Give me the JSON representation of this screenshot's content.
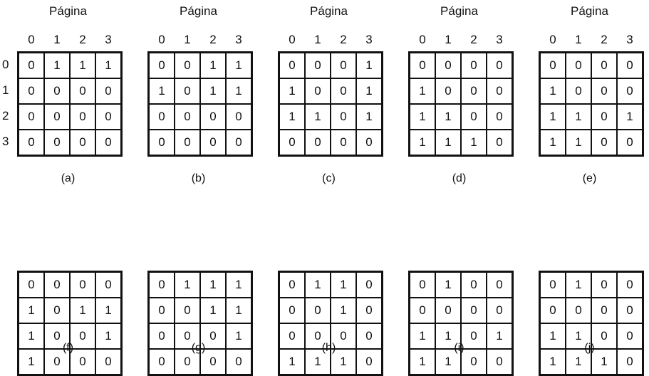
{
  "panels": [
    {
      "title": "Página",
      "col_labels": [
        "0",
        "1",
        "2",
        "3"
      ],
      "row_labels": [
        "0",
        "1",
        "2",
        "3"
      ],
      "matrix": [
        [
          "0",
          "1",
          "1",
          "1"
        ],
        [
          "0",
          "0",
          "0",
          "0"
        ],
        [
          "0",
          "0",
          "0",
          "0"
        ],
        [
          "0",
          "0",
          "0",
          "0"
        ]
      ],
      "caption": "(a)"
    },
    {
      "title": "Página",
      "col_labels": [
        "0",
        "1",
        "2",
        "3"
      ],
      "matrix": [
        [
          "0",
          "0",
          "1",
          "1"
        ],
        [
          "1",
          "0",
          "1",
          "1"
        ],
        [
          "0",
          "0",
          "0",
          "0"
        ],
        [
          "0",
          "0",
          "0",
          "0"
        ]
      ],
      "caption": "(b)"
    },
    {
      "title": "Página",
      "col_labels": [
        "0",
        "1",
        "2",
        "3"
      ],
      "matrix": [
        [
          "0",
          "0",
          "0",
          "1"
        ],
        [
          "1",
          "0",
          "0",
          "1"
        ],
        [
          "1",
          "1",
          "0",
          "1"
        ],
        [
          "0",
          "0",
          "0",
          "0"
        ]
      ],
      "caption": "(c)"
    },
    {
      "title": "Página",
      "col_labels": [
        "0",
        "1",
        "2",
        "3"
      ],
      "matrix": [
        [
          "0",
          "0",
          "0",
          "0"
        ],
        [
          "1",
          "0",
          "0",
          "0"
        ],
        [
          "1",
          "1",
          "0",
          "0"
        ],
        [
          "1",
          "1",
          "1",
          "0"
        ]
      ],
      "caption": "(d)"
    },
    {
      "title": "Página",
      "col_labels": [
        "0",
        "1",
        "2",
        "3"
      ],
      "matrix": [
        [
          "0",
          "0",
          "0",
          "0"
        ],
        [
          "1",
          "0",
          "0",
          "0"
        ],
        [
          "1",
          "1",
          "0",
          "1"
        ],
        [
          "1",
          "1",
          "0",
          "0"
        ]
      ],
      "caption": "(e)"
    },
    {
      "matrix": [
        [
          "0",
          "0",
          "0",
          "0"
        ],
        [
          "1",
          "0",
          "1",
          "1"
        ],
        [
          "1",
          "0",
          "0",
          "1"
        ],
        [
          "1",
          "0",
          "0",
          "0"
        ]
      ],
      "caption": "(f)"
    },
    {
      "matrix": [
        [
          "0",
          "1",
          "1",
          "1"
        ],
        [
          "0",
          "0",
          "1",
          "1"
        ],
        [
          "0",
          "0",
          "0",
          "1"
        ],
        [
          "0",
          "0",
          "0",
          "0"
        ]
      ],
      "caption": "(g)"
    },
    {
      "matrix": [
        [
          "0",
          "1",
          "1",
          "0"
        ],
        [
          "0",
          "0",
          "1",
          "0"
        ],
        [
          "0",
          "0",
          "0",
          "0"
        ],
        [
          "1",
          "1",
          "1",
          "0"
        ]
      ],
      "caption": "(h)"
    },
    {
      "matrix": [
        [
          "0",
          "1",
          "0",
          "0"
        ],
        [
          "0",
          "0",
          "0",
          "0"
        ],
        [
          "1",
          "1",
          "0",
          "1"
        ],
        [
          "1",
          "1",
          "0",
          "0"
        ]
      ],
      "caption": "(i)"
    },
    {
      "matrix": [
        [
          "0",
          "1",
          "0",
          "0"
        ],
        [
          "0",
          "0",
          "0",
          "0"
        ],
        [
          "1",
          "1",
          "0",
          "0"
        ],
        [
          "1",
          "1",
          "1",
          "0"
        ]
      ],
      "caption": "(j)"
    }
  ]
}
